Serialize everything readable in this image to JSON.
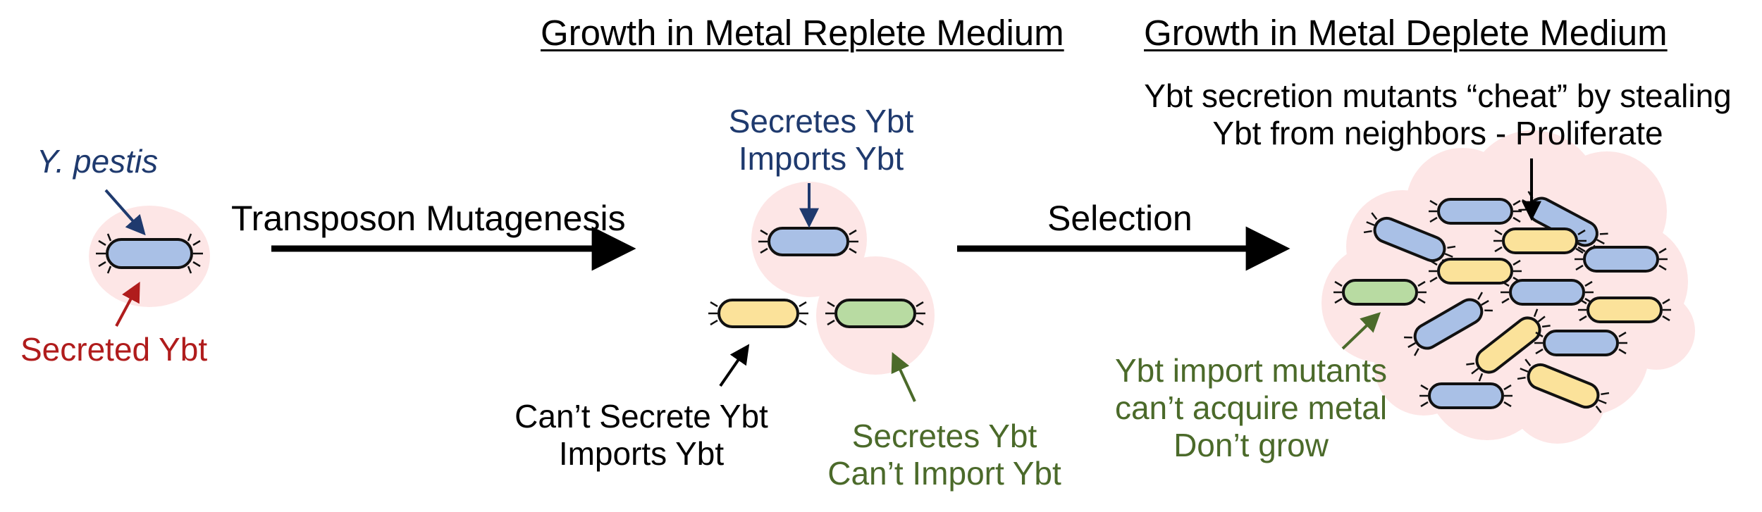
{
  "headings": {
    "replete": "Growth in Metal Replete Medium",
    "deplete": "Growth in Metal Deplete Medium"
  },
  "labels": {
    "species": "Y. pestis",
    "secreted": "Secreted Ybt",
    "mutagenesis": "Transposon Mutagenesis",
    "selection": "Selection",
    "wildtype_line1": "Secretes Ybt",
    "wildtype_line2": "Imports Ybt",
    "cant_secrete_line1": "Can’t Secrete Ybt",
    "cant_secrete_line2": "Imports Ybt",
    "cant_import_line1": "Secretes Ybt",
    "cant_import_line2": "Can’t Import Ybt",
    "cheat_line1": "Ybt secretion mutants “cheat” by stealing",
    "cheat_line2": "Ybt  from neighbors - Proliferate",
    "import_mut_line1": "Ybt import mutants",
    "import_mut_line2": "can’t acquire metal",
    "import_mut_line3": "Don’t grow"
  },
  "colors": {
    "navy": "#1f3a6e",
    "red": "#b01c1c",
    "green": "#4b6a2a",
    "halo": "#fde6e6",
    "cell_blue": "#a9c0e6",
    "cell_yellow": "#fbe29a",
    "cell_green": "#b8dba2"
  }
}
